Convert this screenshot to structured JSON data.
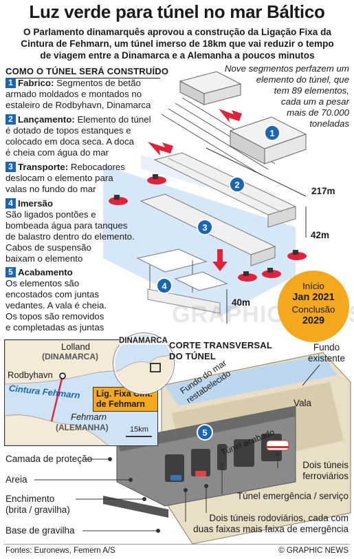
{
  "title": "Luz verde para túnel no mar Báltico",
  "subtitle_lines": [
    "O Parlamento dinamarquês aprovou a construção da Ligação Fixa da",
    "Cintura de Fehmarn, um túnel imerso de 18km que vai reduzir o tempo",
    "de viagem entre a Dinamarca e a Alemanha a poucos minutos"
  ],
  "how_title": "COMO O TÚNEL SERÁ CONSTRUÍDO",
  "steps": [
    {
      "num": "1",
      "name": "Fabrico:",
      "lines": [
        "Segmentos de betão",
        "armado moldados e montados no",
        "estaleiro de Rodbyhavn, Dinamarca"
      ]
    },
    {
      "num": "2",
      "name": "Lançamento:",
      "lines": [
        "Elemento do túnel",
        "é dotado de topos estanques e",
        "colocado em doca seca. A doca",
        "é cheia com água do mar"
      ]
    },
    {
      "num": "3",
      "name": "Transporte:",
      "lines": [
        "Rebocadores",
        "deslocam o elemento para",
        "valas no fundo do mar"
      ]
    },
    {
      "num": "4",
      "name": "Imersão",
      "lines": [
        "São ligados pontões e",
        "bombeada água para tanques",
        "de balastro dentro do elemento.",
        "Cabos de suspensão",
        "baixam o elemento"
      ]
    },
    {
      "num": "5",
      "name": "Acabamento",
      "lines": [
        "Os elementos são",
        "encostados com juntas",
        "vedantes. A vala é cheia.",
        "Os topos são removidos",
        "e completadas as juntas"
      ]
    }
  ],
  "note_lines": [
    "Nove segmentos perfazem um",
    "elemento do túnel, que",
    "tem 89 elementos,",
    "cada um a pesar",
    "mais de 70.000",
    "toneladas"
  ],
  "dims": {
    "length": "217m",
    "width": "42m",
    "depth": "40m"
  },
  "badge": {
    "start_label": "Início",
    "start_date": "Jan 2021",
    "end_label": "Conclusão",
    "end_date": "2029"
  },
  "watermark": "GRAPHIC NEWS",
  "map": {
    "lolland": "Lolland",
    "denmark": "(DINAMARCA)",
    "rodbyhavn": "Rodbyhavn",
    "belt": "Cintura Fehmarn",
    "fehmarn": "Fehmarn",
    "germany": "(ALEMANHA)",
    "link_lines": [
      "Lig. Fixa Cint.",
      "de Fehmarn"
    ],
    "scale": "15km",
    "globe_label": "DINAMARCA"
  },
  "cross_section": {
    "title_lines": [
      "CORTE TRANSVERSAL",
      "DO TÚNEL"
    ],
    "step_num": "5",
    "existing_bed": [
      "Fundo",
      "existente"
    ],
    "restored_bed": [
      "Fundo do mar",
      "restabelecido"
    ],
    "trench": "Vala",
    "finished": "Túnel acabado",
    "left_labels": [
      "Camada de proteção",
      "Areia",
      "Enchimento",
      "(brita / gravilha)",
      "Base de gravilha"
    ],
    "rail": [
      "Dois túneis",
      "ferroviários"
    ],
    "emergency": "Túnel emergência / serviço",
    "road": [
      "Dois túneis rodoviários, cada com",
      "duas faixas mais faixa de emergência"
    ]
  },
  "footer": {
    "sources": "Fontes: Euronews, Femern A/S",
    "credit": "© GRAPHIC NEWS"
  },
  "colors": {
    "accent_blue": "#1a66b3",
    "badge": "#f4a81d",
    "arrow_red": "#e0233a",
    "water": "#d6e8f7",
    "land": "#f3ead7",
    "sea": "#cfe3f5"
  }
}
